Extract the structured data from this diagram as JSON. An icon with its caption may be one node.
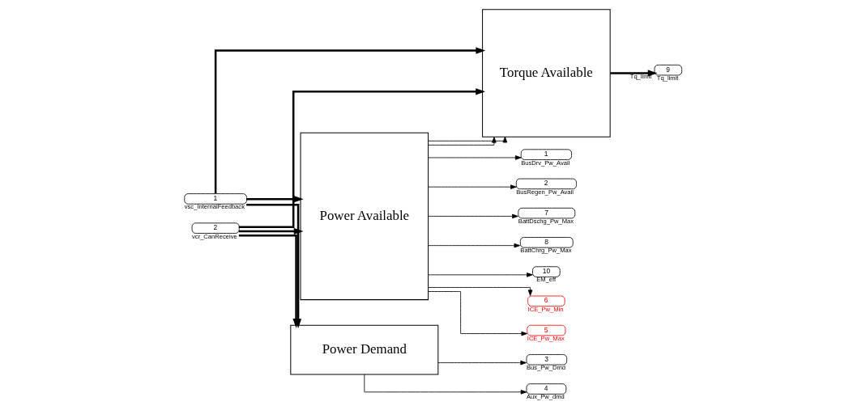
{
  "diagram": {
    "nodes": [
      {
        "text": [
          "1"
        ],
        "beside": [
          "vsc_InternalFeedback"
        ]
      },
      {
        "text": [
          "2"
        ],
        "beside": [
          "vcr_CanReceive"
        ]
      },
      {
        "text": [
          "Power Demand"
        ]
      },
      {
        "text": [
          "3"
        ],
        "beside": [
          "Bus_Pw_Dmd"
        ]
      },
      {
        "text": [
          "4"
        ],
        "beside": [
          "Aux_Pw_dmd"
        ]
      },
      {
        "text": [
          "Power Available"
        ]
      },
      {
        "text": [
          "6"
        ],
        "beside": [
          "ICE_Pw_Min"
        ]
      },
      {
        "text": [
          "5"
        ],
        "beside": [
          "ICE_Pw_Max"
        ]
      },
      {
        "text": [
          "1"
        ],
        "beside": [
          "BusDrv_Pw_Avail"
        ]
      },
      {
        "text": [
          "2"
        ],
        "beside": [
          "BusRegen_Pw_Avail"
        ]
      },
      {
        "text": [
          "7"
        ],
        "beside": [
          "BattDschg_Pw_Max"
        ]
      },
      {
        "text": [
          "8"
        ],
        "beside": [
          "BattChrg_Pw_Max"
        ]
      },
      {
        "text": [
          "10"
        ],
        "beside": [
          "EM_eff"
        ]
      },
      {
        "text": [
          "Torque Available"
        ]
      },
      {
        "text": [
          "9"
        ],
        "beside": [
          "Tq_limit"
        ]
      }
    ],
    "edges": [
      {
        "from": 0,
        "to": 2,
        "arrow": "to",
        "style": "thick"
      },
      {
        "from": 1,
        "to": 2,
        "arrow": "to",
        "style": "thick"
      },
      {
        "from": 0,
        "to": 5,
        "arrow": "to",
        "style": "thick"
      },
      {
        "from": 1,
        "to": 5,
        "arrow": "to",
        "style": "thick"
      },
      {
        "from": 0,
        "to": 13,
        "arrow": "to",
        "style": "thick"
      },
      {
        "from": 1,
        "to": 13,
        "arrow": "to",
        "style": "thick"
      },
      {
        "from": 2,
        "to": 3,
        "arrow": "to"
      },
      {
        "from": 2,
        "to": 4,
        "arrow": "to"
      },
      {
        "from": 5,
        "to": 6,
        "arrow": "to"
      },
      {
        "from": 5,
        "to": 7,
        "arrow": "to"
      },
      {
        "from": 5,
        "to": 8,
        "arrow": "to"
      },
      {
        "from": 5,
        "to": 13,
        "arrow": "to"
      },
      {
        "from": 5,
        "to": 9,
        "arrow": "to"
      },
      {
        "from": 5,
        "to": 13,
        "arrow": "to"
      },
      {
        "from": 5,
        "to": 10,
        "arrow": "to"
      },
      {
        "from": 5,
        "to": 11,
        "arrow": "to"
      },
      {
        "from": 5,
        "to": 12,
        "arrow": "to"
      },
      {
        "from": 13,
        "to": 14,
        "arrow": "to",
        "style": "thick",
        "label": "Tq_limit"
      }
    ]
  }
}
